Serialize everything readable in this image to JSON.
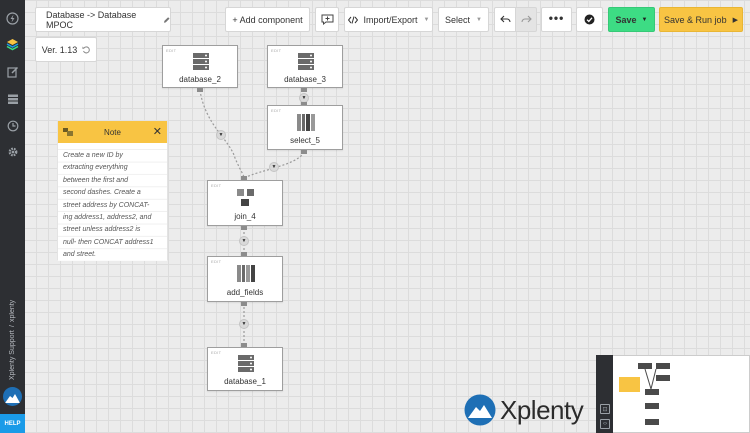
{
  "toolbar": {
    "title": "Database -> Database MPOC",
    "add_component": "+ Add component",
    "import_export": "Import/Export",
    "select": "Select",
    "save": "Save",
    "save_run": "Save & Run job",
    "version": "Ver. 1.13"
  },
  "nodes": [
    {
      "label": "database_2",
      "edit": "EDIT"
    },
    {
      "label": "database_3",
      "edit": "EDIT"
    },
    {
      "label": "select_5",
      "edit": "EDIT"
    },
    {
      "label": "join_4",
      "edit": "EDIT"
    },
    {
      "label": "add_fields",
      "edit": "EDIT"
    },
    {
      "label": "database_1",
      "edit": "EDIT"
    }
  ],
  "note": {
    "title": "Note",
    "lines": [
      "Create a new ID by",
      "extracting everything",
      "between the first and",
      "second dashes. Create a",
      "street address by CONCAT-",
      "ing address1, address2, and",
      "street unless address2 is",
      "null- then CONCAT address1",
      "and street."
    ]
  },
  "sidebar": {
    "org": "Xplenty Support",
    "account": "xplenty",
    "help": "HELP"
  },
  "brand": {
    "name": "Xplenty"
  },
  "colors": {
    "save": "#3ddc84",
    "save_run": "#f8c443",
    "note_header": "#f8c443",
    "sidebar": "#2d2f33",
    "help": "#1a9be8"
  }
}
